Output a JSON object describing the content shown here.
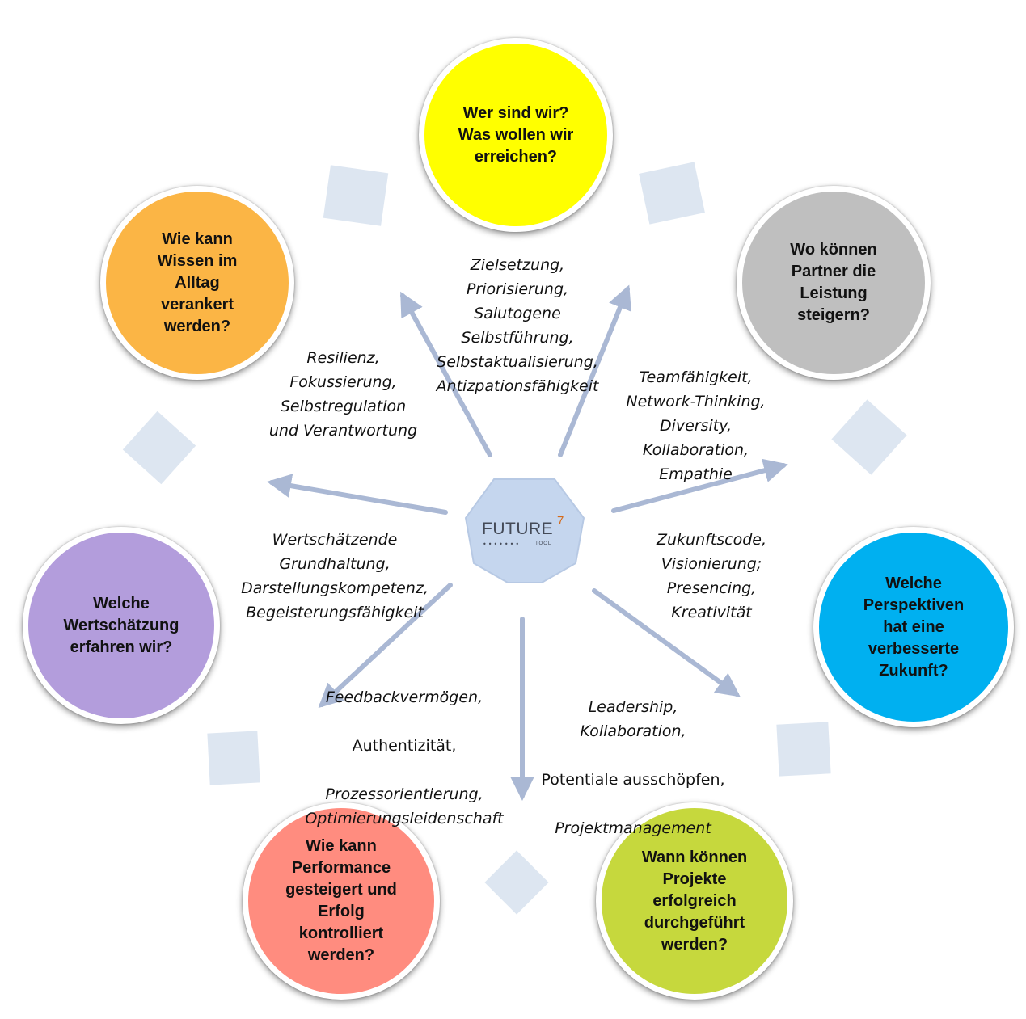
{
  "colors": {
    "top": "#ffff00",
    "top_left": "#fbb545",
    "top_right": "#bfbfbf",
    "left": "#b39ddc",
    "right": "#00b0f0",
    "bottom_left": "#ff8c7f",
    "bottom_right": "#c6d83d",
    "arrow": "#aab8d4",
    "square": "#dde6f1",
    "hub": "#c5d6ee"
  },
  "hub": {
    "brand": "FUTURE",
    "brand_superscript": "7",
    "brand_dots": "•••••••",
    "brand_sub": "TOOL"
  },
  "questions": {
    "top": "Wer sind wir?\nWas wollen wir\nerreichen?",
    "top_left": "Wie kann\nWissen im\nAlltag\nverankert\nwerden?",
    "top_right": "Wo können\nPartner die\nLeistung\nsteigern?",
    "left": "Welche\nWertschätzung\nerfahren wir?",
    "right": "Welche\nPerspektiven\nhat eine\nverbesserte\nZukunft?",
    "bottom_left": "Wie kann\nPerformance\ngesteigert und\nErfolg\nkontrolliert\nwerden?",
    "bottom_right": "Wann können\nProjekte\nerfolgreich\ndurchgeführt\nwerden?"
  },
  "competencies": {
    "top": "Zielsetzung,\nPriorisierung,\nSalutogene\nSelbstführung,\nSelbstaktualisierung,\nAntizpationsfähigkeit",
    "top_left": "Resilienz,\nFokussierung,\nSelbstregulation\nund Verantwortung",
    "top_right": "Teamfähigkeit,\nNetwork-Thinking,\nDiversity,\nKollaboration,\nEmpathie",
    "right": "Zukunftscode,\nVisionierung;\nPresencing,\nKreativität",
    "left": "Wertschätzende\nGrundhaltung,\nDarstellungskompetenz,\nBegeisterungsfähigkeit",
    "bottom_left_1": "Feedbackvermögen,",
    "bottom_left_2": "Authentizität,",
    "bottom_left_3": "Prozessorientierung,\nOptimierungsleidenschaft",
    "bottom_right_1": "Leadership,\nKollaboration,",
    "bottom_right_2": "Potentiale ausschöpfen,",
    "bottom_right_3": "Projektmanagement"
  }
}
